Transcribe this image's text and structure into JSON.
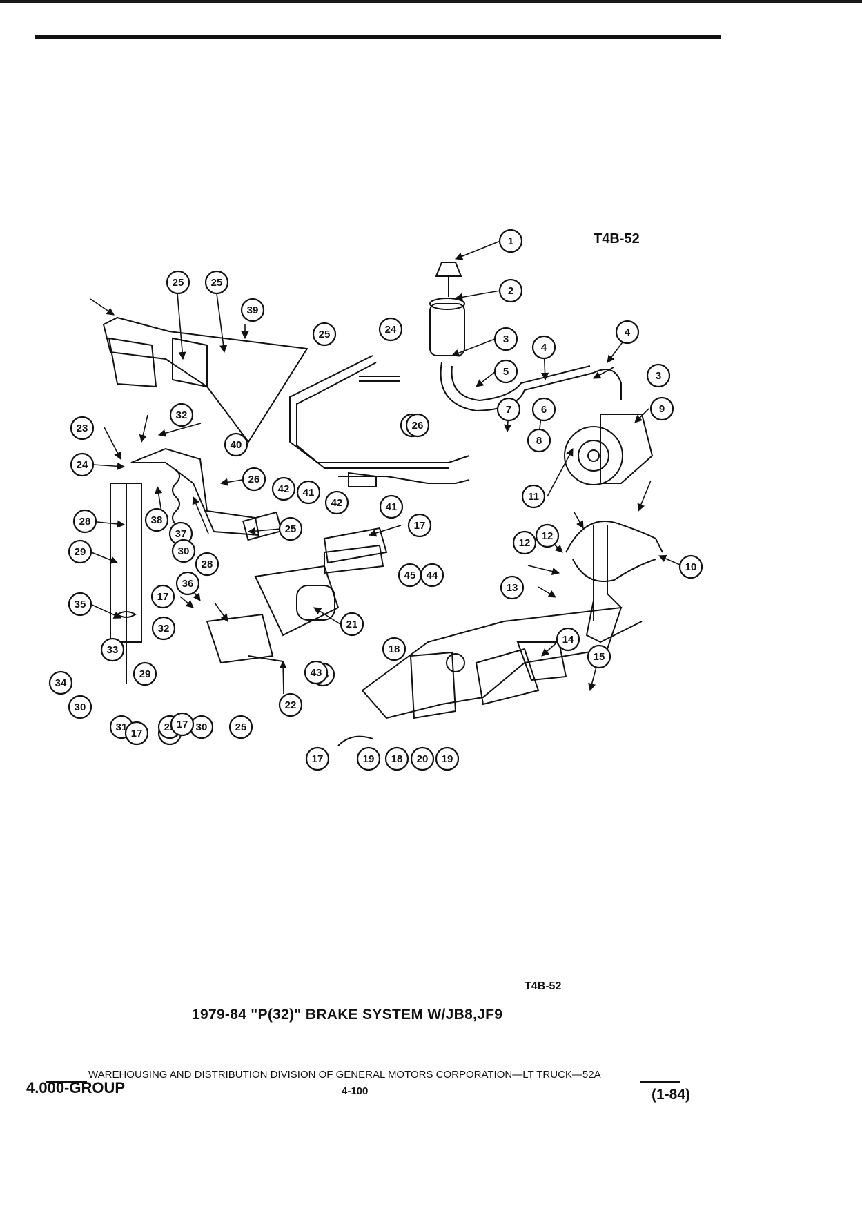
{
  "figure_code": "T4B-52",
  "caption": "1979-84 \"P(32)\" BRAKE SYSTEM W/JB8,JF9",
  "footer": {
    "division": "WAREHOUSING AND DISTRIBUTION  DIVISION OF GENERAL MOTORS CORPORATION—LT TRUCK—52A",
    "group": "4.000-GROUP",
    "page": "4-100",
    "date": "(1-84)"
  },
  "callouts": [
    "1",
    "2",
    "3",
    "3",
    "4",
    "4",
    "5",
    "6",
    "7",
    "8",
    "9",
    "10",
    "11",
    "12",
    "12",
    "13",
    "14",
    "15",
    "16",
    "17",
    "18",
    "19",
    "20",
    "19",
    "18",
    "17",
    "21",
    "22",
    "23",
    "24",
    "28",
    "29",
    "35",
    "34",
    "33",
    "30",
    "31",
    "17",
    "29",
    "28",
    "25",
    "25",
    "39",
    "32",
    "40",
    "26",
    "25",
    "38",
    "37",
    "30",
    "17",
    "36",
    "32",
    "28",
    "29",
    "30",
    "25",
    "17",
    "27",
    "26",
    "25",
    "24",
    "42",
    "41",
    "42",
    "41",
    "45",
    "44",
    "43",
    "41",
    "17",
    "18",
    "19"
  ]
}
